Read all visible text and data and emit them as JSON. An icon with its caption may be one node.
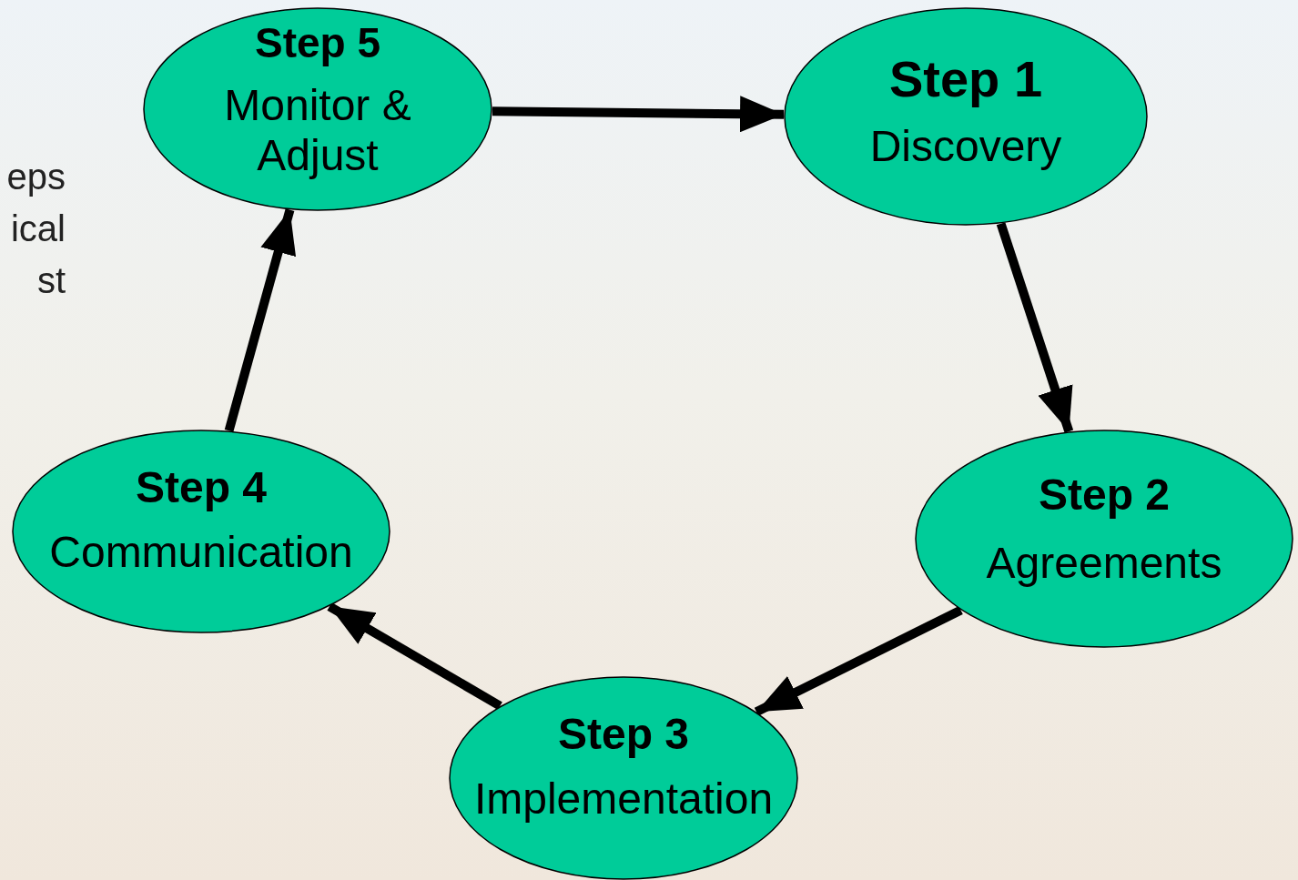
{
  "diagram": {
    "nodes": [
      {
        "text": [
          "Step 5",
          "Monitor & Adjust"
        ]
      },
      {
        "text": [
          "Step 1",
          "Discovery"
        ]
      },
      {
        "text": [
          "Step 2",
          "Agreements"
        ]
      },
      {
        "text": [
          "Step 3",
          "Implementation"
        ]
      },
      {
        "text": [
          "Step 4",
          "Communication"
        ]
      }
    ],
    "edges": [
      {
        "from": 0,
        "to": 1,
        "arrow": "to"
      },
      {
        "from": 1,
        "to": 2,
        "arrow": "to"
      },
      {
        "from": 2,
        "to": 3,
        "arrow": "to"
      },
      {
        "from": 3,
        "to": 4,
        "arrow": "to"
      },
      {
        "from": 4,
        "to": 0,
        "arrow": "to"
      }
    ],
    "labels": [
      "eps",
      "ical",
      "st"
    ]
  }
}
